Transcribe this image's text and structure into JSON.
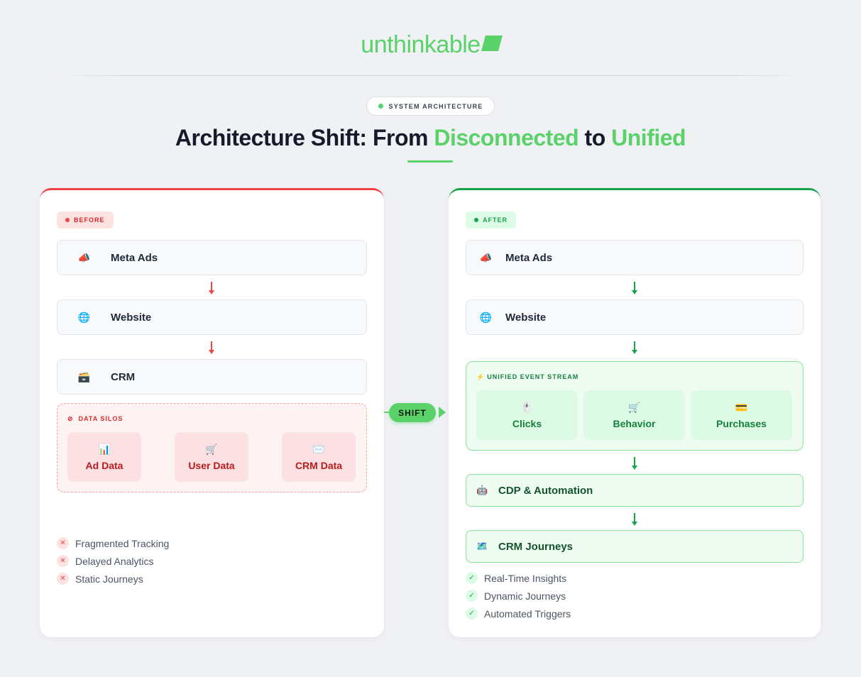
{
  "logo": {
    "text": "unthinkable"
  },
  "header": {
    "pill": "SYSTEM ARCHITECTURE",
    "title_pre": "Architecture Shift: From ",
    "title_g1": "Disconnected",
    "title_mid": " to ",
    "title_g2": "Unified"
  },
  "colors": {
    "accent": "#5bd16a",
    "before": "#ef4444",
    "after": "#16a34a"
  },
  "shift": "SHIFT",
  "before": {
    "badge": "BEFORE",
    "nodes": [
      {
        "icon": "📣",
        "label": "Meta Ads"
      },
      {
        "icon": "🌐",
        "label": "Website"
      },
      {
        "icon": "🗃️",
        "label": "CRM"
      }
    ],
    "silos": {
      "icon": "⊘",
      "title": "DATA SILOS",
      "tiles": [
        {
          "icon": "📊",
          "label": "Ad Data"
        },
        {
          "icon": "🛒",
          "label": "User Data"
        },
        {
          "icon": "✉️",
          "label": "CRM Data"
        }
      ]
    },
    "issues": [
      "Fragmented Tracking",
      "Delayed Analytics",
      "Static Journeys"
    ],
    "mark": "✕"
  },
  "after": {
    "badge": "AFTER",
    "nodes": [
      {
        "icon": "📣",
        "label": "Meta Ads"
      },
      {
        "icon": "🌐",
        "label": "Website"
      }
    ],
    "stream": {
      "icon": "⚡",
      "title": "UNIFIED EVENT STREAM",
      "tiles": [
        {
          "icon": "🖱️",
          "label": "Clicks"
        },
        {
          "icon": "🛒",
          "label": "Behavior"
        },
        {
          "icon": "💳",
          "label": "Purchases"
        }
      ]
    },
    "cdp": {
      "icon": "🤖",
      "label": "CDP & Automation"
    },
    "journeys": {
      "icon": "🗺️",
      "label": "CRM Journeys"
    },
    "benefits": [
      "Real-Time Insights",
      "Dynamic Journeys",
      "Automated Triggers"
    ],
    "mark": "✓"
  }
}
